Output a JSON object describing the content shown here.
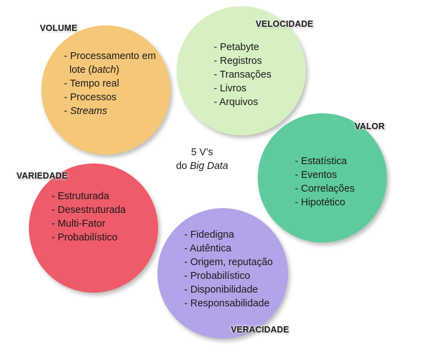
{
  "center": {
    "line1": "5 V’s",
    "line2_prefix": "do ",
    "line2_italic": "Big Data"
  },
  "volume": {
    "title": "VOLUME",
    "color": "#f5c779",
    "items": [
      {
        "text": "- Processamento em",
        "italic": ""
      },
      {
        "text": "lote (",
        "italic": "batch",
        "suffix": ")"
      },
      {
        "text": "- Tempo real",
        "italic": ""
      },
      {
        "text": "- Processos",
        "italic": ""
      },
      {
        "text": "- ",
        "italic": "Streams"
      }
    ]
  },
  "velocidade": {
    "title": "VELOCIDADE",
    "color": "#d6f0c2",
    "items": [
      "- Petabyte",
      "- Registros",
      "- Transações",
      "- Livros",
      "- Arquivos"
    ]
  },
  "valor": {
    "title": "VALOR",
    "color": "#5fcb9c",
    "items": [
      "- Estatística",
      "- Eventos",
      "- Correlações",
      "- Hipotético"
    ]
  },
  "variedade": {
    "title": "VARIEDADE",
    "color": "#ef5b69",
    "items": [
      "- Estruturada",
      "- Desestruturada",
      "- Multi-Fator",
      "- Probabilístico"
    ]
  },
  "veracidade": {
    "title": "VERACIDADE",
    "color": "#b3a3e8",
    "items": [
      "- Fidedigna",
      "- Autêntica",
      "- Origem, reputação",
      "- Probabilístico",
      "- Disponibilidade",
      "- Responsabilidade"
    ]
  }
}
